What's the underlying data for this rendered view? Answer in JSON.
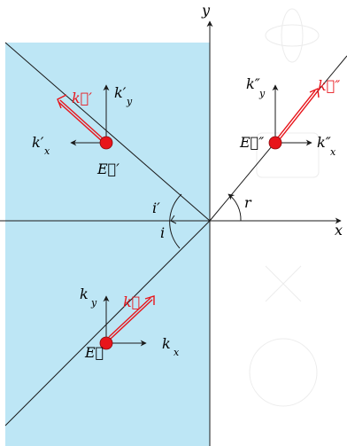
{
  "colors": {
    "medium": "#bde6f5",
    "vector": "#e8151b",
    "ink": "#1a1a1a",
    "watermark": "#d9d9d9"
  },
  "axes": {
    "x": "x",
    "y": "y"
  },
  "angles": {
    "incident": "i",
    "reflected": "i′",
    "refracted": "r"
  },
  "incident_wave": {
    "field": "E⃗",
    "k": "k⃗",
    "kx": "k",
    "kx_sub": "x",
    "ky": "k",
    "ky_sub": "y"
  },
  "reflected_wave": {
    "field": "E⃗′",
    "k": "k⃗′",
    "kx": "k′",
    "kx_sub": "x",
    "ky": "k′",
    "ky_sub": "y"
  },
  "refracted_wave": {
    "field": "E⃗″",
    "k": "k⃗″",
    "kx": "k″",
    "kx_sub": "x",
    "ky": "k″",
    "ky_sub": "y"
  }
}
